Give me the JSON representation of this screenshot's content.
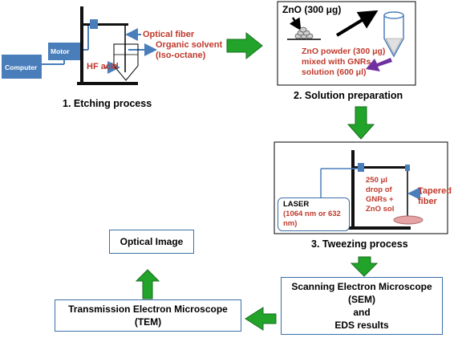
{
  "etching": {
    "computer_label": "Computer",
    "motor_label": "Motor",
    "optical_fiber_label": "Optical fiber",
    "organic_solvent_line1": "Organic solvent",
    "organic_solvent_line2": "(Iso-octane)",
    "hf_acid_label": "HF acid",
    "caption": "1. Etching process"
  },
  "solution": {
    "zno_label": "ZnO (300 μg)",
    "text_line1": "ZnO powder (300 μg)",
    "text_line2": "mixed with GNRs",
    "text_line3": "solution (600 μl)",
    "caption": "2. Solution preparation"
  },
  "tweezing": {
    "drop_line1": "250 μl",
    "drop_line2": "drop of",
    "drop_line3": "GNRs +",
    "drop_line4": "ZnO sol",
    "tapered_line1": "Tapered",
    "tapered_line2": "fiber",
    "laser_line1": "LASER",
    "laser_line2": "(1064 nm or 632",
    "laser_line3": "nm)",
    "caption": "3. Tweezing process"
  },
  "sem": {
    "line1": "Scanning Electron Microscope",
    "line2": "(SEM)",
    "line3": "and",
    "line4": "EDS results"
  },
  "tem": {
    "line1": "Transmission Electron Microscope",
    "line2": "(TEM)"
  },
  "optical_image": {
    "label": "Optical Image"
  },
  "colors": {
    "flow_arrow": "#22a32a",
    "box_border": "#3b6fa8",
    "device_blue": "#4a7ebb",
    "label_red": "#c0392b",
    "highlight_purple": "#7030a0",
    "drop_pink": "#e6a3a3"
  }
}
